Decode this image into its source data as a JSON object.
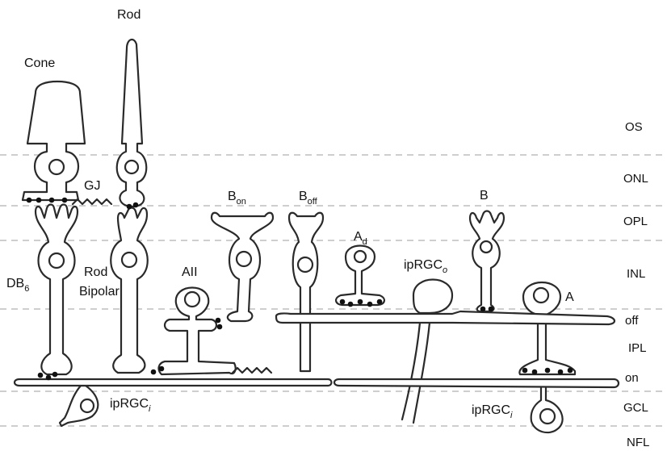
{
  "layers": [
    {
      "id": "os",
      "label": "OS"
    },
    {
      "id": "onl",
      "label": "ONL"
    },
    {
      "id": "opl",
      "label": "OPL"
    },
    {
      "id": "inl",
      "label": "INL"
    },
    {
      "id": "off",
      "label": "off"
    },
    {
      "id": "ipl",
      "label": "IPL"
    },
    {
      "id": "on",
      "label": "on"
    },
    {
      "id": "gcl",
      "label": "GCL"
    },
    {
      "id": "nfl",
      "label": "NFL"
    }
  ],
  "cells": {
    "cone": "Cone",
    "rod": "Rod",
    "gj": "GJ",
    "db6_main": "DB",
    "db6_sub": "6",
    "rod_bipolar_1": "Rod",
    "rod_bipolar_2": "Bipolar",
    "aii": "AII",
    "b_on_main": "B",
    "b_on_sub": "on",
    "b_off_main": "B",
    "b_off_sub": "off",
    "ad_main": "A",
    "ad_sub": "d",
    "iprgc_o_main": "ipRGC",
    "iprgc_o_sub": "o",
    "b": "B",
    "a": "A",
    "iprgc_i_left_main": "ipRGC",
    "iprgc_i_left_sub": "i",
    "iprgc_i_right_main": "ipRGC",
    "iprgc_i_right_sub": "i"
  }
}
